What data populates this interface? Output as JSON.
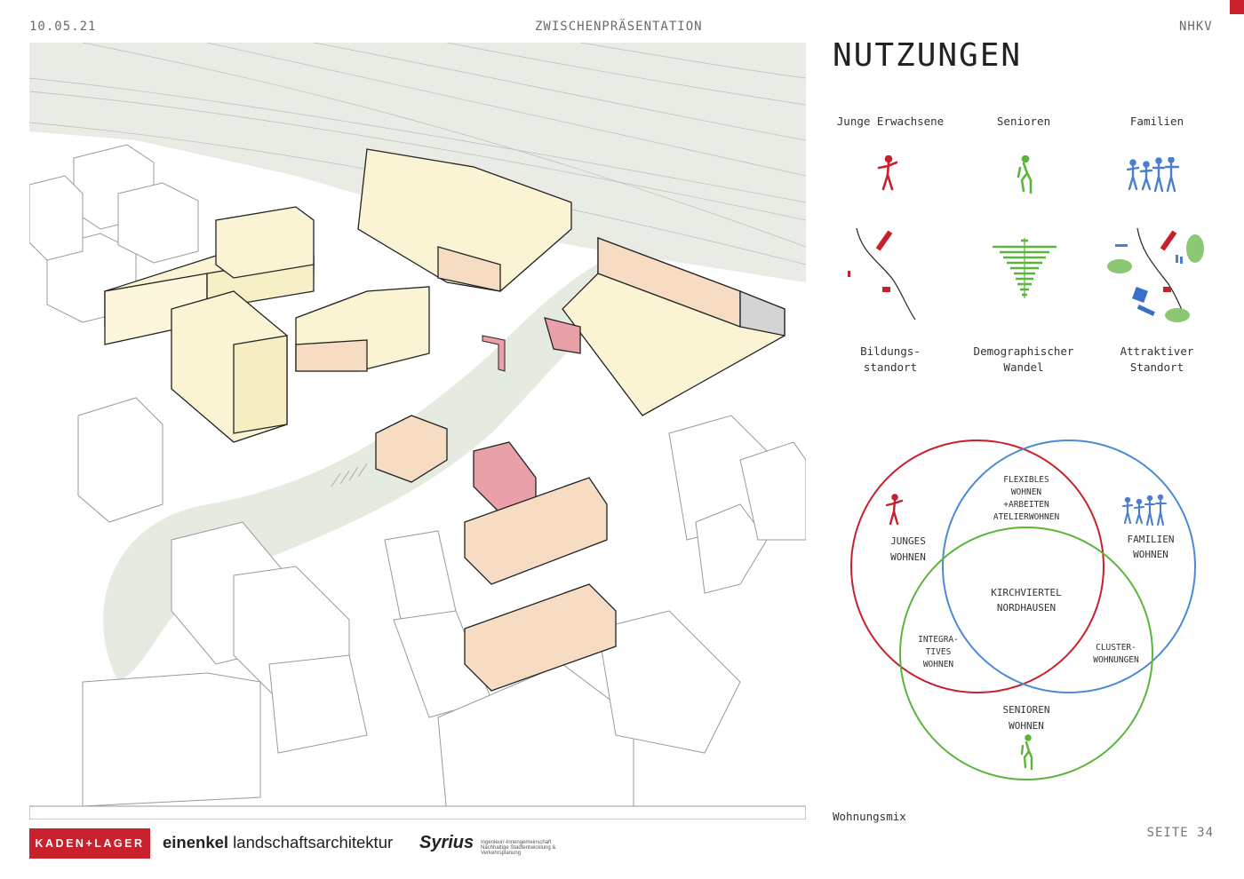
{
  "header": {
    "date": "10.05.21",
    "presentation": "ZWISCHENPRÄSENTATION",
    "project": "NHKV"
  },
  "title": "NUTZUNGEN",
  "user_groups": [
    {
      "label": "Junge Erwachsene",
      "icon": "young-adult-icon",
      "color": "#c8202d"
    },
    {
      "label": "Senioren",
      "icon": "senior-icon",
      "color": "#5bb53a"
    },
    {
      "label": "Familien",
      "icon": "family-icon",
      "color": "#4a7fd0"
    }
  ],
  "reasons": [
    {
      "label_line1": "Bildungs-",
      "label_line2": "standort",
      "icon": "education-site-icon"
    },
    {
      "label_line1": "Demographischer",
      "label_line2": "Wandel",
      "icon": "demographic-pyramid-icon"
    },
    {
      "label_line1": "Attraktiver",
      "label_line2": "Standort",
      "icon": "attractive-site-icon"
    }
  ],
  "venn": {
    "colors": {
      "young": "#c8202d",
      "family": "#4a8ad8",
      "senior": "#5bb53a"
    },
    "young": {
      "line1": "JUNGES",
      "line2": "WOHNEN"
    },
    "family": {
      "line1": "FAMILIEN",
      "line2": "WOHNEN"
    },
    "senior": {
      "line1": "SENIOREN",
      "line2": "WOHNEN"
    },
    "young_family": {
      "line1": "FLEXIBLES",
      "line2": "WOHNEN",
      "line3": "+ARBEITEN",
      "line4": "ATELIERWOHNEN"
    },
    "center": {
      "line1": "KIRCHVIERTEL",
      "line2": "NORDHAUSEN"
    },
    "young_senior": {
      "line1": "INTEGRA-",
      "line2": "TIVES",
      "line3": "WOHNEN"
    },
    "family_senior": {
      "line1": "CLUSTER-",
      "line2": "WOHNUNGEN"
    }
  },
  "caption": "Wohnungsmix",
  "page": "SEITE 34",
  "logos": {
    "kaden_lager": "KADEN+LAGER",
    "einenkel_bold": "einenkel",
    "einenkel_rest": " landschaftsarchitektur",
    "syrius": "Syrius",
    "syrius_sub1": "Ingenieur/-Innengemeinschaft",
    "syrius_sub2": "Nachhaltige Stadtentwicklung & Verkehrsplanung"
  },
  "map_colors": {
    "terrain": "#e6ebe2",
    "new_housing": "#faf4d4",
    "existing_mixed": "#f7dcc4",
    "accent": "#eaa0a8"
  }
}
